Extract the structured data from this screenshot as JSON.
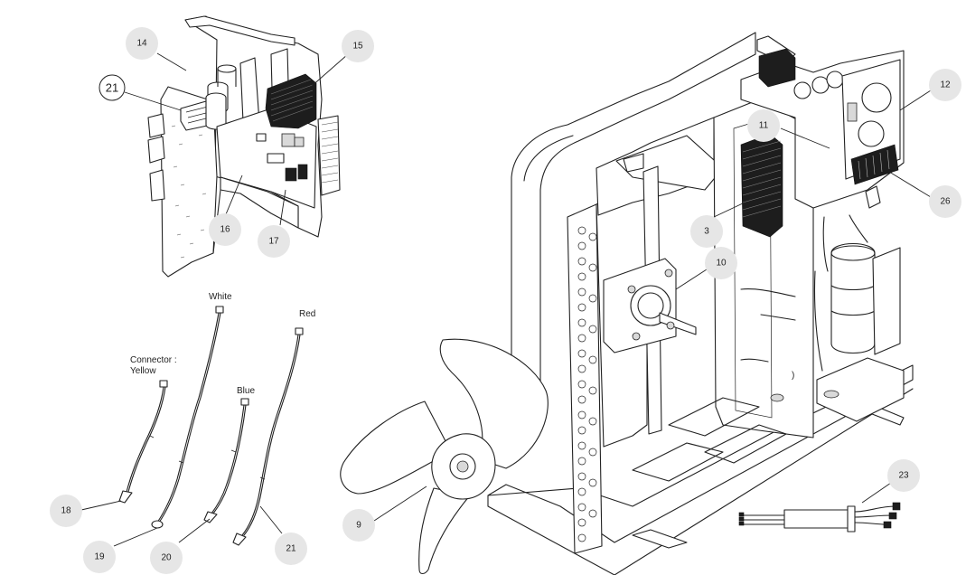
{
  "callouts": [
    {
      "id": "14",
      "label": "14"
    },
    {
      "id": "15",
      "label": "15"
    },
    {
      "id": "16",
      "label": "16"
    },
    {
      "id": "17",
      "label": "17"
    },
    {
      "id": "12",
      "label": "12"
    },
    {
      "id": "11",
      "label": "11"
    },
    {
      "id": "26",
      "label": "26"
    },
    {
      "id": "3",
      "label": "3"
    },
    {
      "id": "10",
      "label": "10"
    },
    {
      "id": "9",
      "label": "9"
    },
    {
      "id": "23",
      "label": "23"
    },
    {
      "id": "18",
      "label": "18"
    },
    {
      "id": "19",
      "label": "19"
    },
    {
      "id": "20",
      "label": "20"
    },
    {
      "id": "21",
      "label": "21"
    }
  ],
  "ring_callout": {
    "label": "21"
  },
  "wire_labels": {
    "white": "White",
    "red": "Red",
    "blue": "Blue",
    "connector_line1": "Connector :",
    "connector_line2": "Yellow"
  }
}
